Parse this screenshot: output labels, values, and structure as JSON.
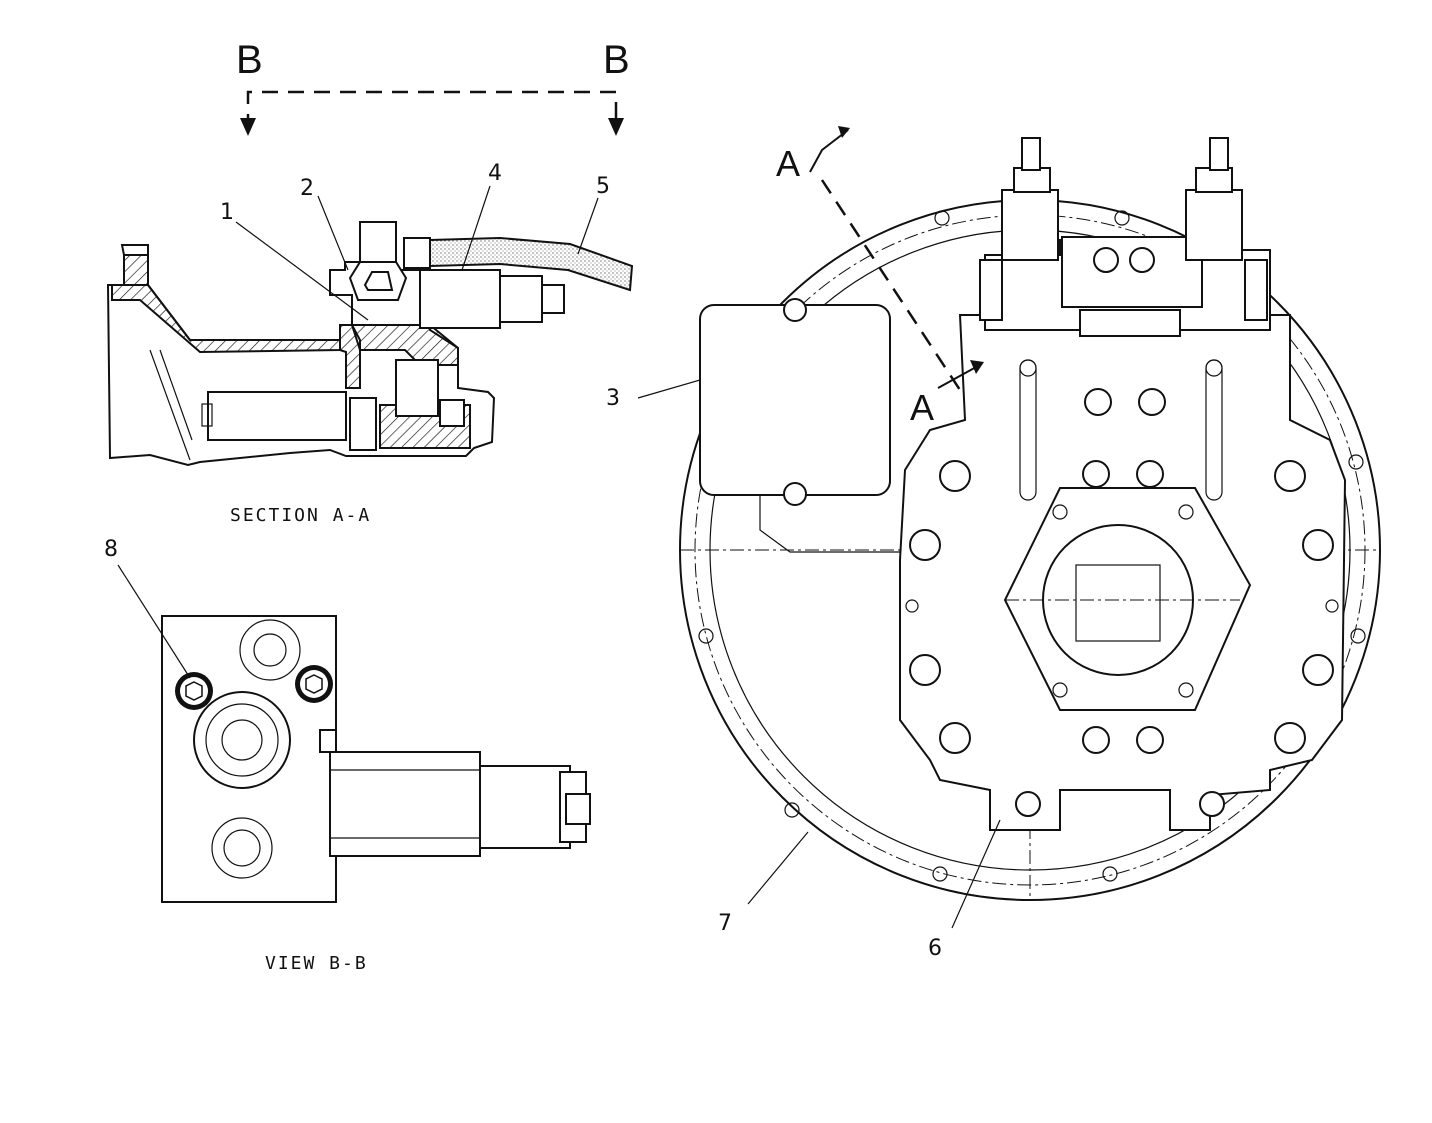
{
  "section_markers": {
    "left": "B",
    "right": "B"
  },
  "section_a": {
    "upper": "A",
    "lower": "A"
  },
  "captions": {
    "section": "SECTION A-A",
    "view": "VIEW B-B"
  },
  "callouts": [
    "1",
    "2",
    "3",
    "4",
    "5",
    "6",
    "7",
    "8"
  ]
}
